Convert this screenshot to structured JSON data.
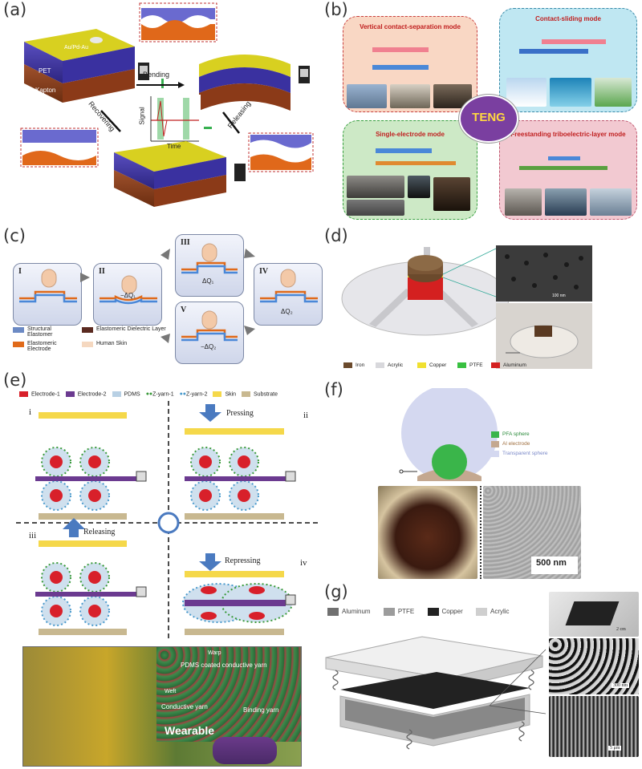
{
  "panels": {
    "a": "(a)",
    "b": "(b)",
    "c": "(c)",
    "d": "(d)",
    "e": "(e)",
    "f": "(f)",
    "g": "(g)"
  },
  "panel_a": {
    "layers": [
      "Au/Pd-Au",
      "PET",
      "Kapton"
    ],
    "bending": "Bending",
    "recovering": "Recovering",
    "releasing": "Releasing",
    "signal_axis": "Signal",
    "time_axis": "Time"
  },
  "panel_b": {
    "center": "TENG",
    "modes": [
      "Vertical contact-separation mode",
      "Contact-sliding mode",
      "Single-electrode mode",
      "Freestanding triboelectric-layer mode"
    ]
  },
  "panel_c": {
    "steps": [
      "I",
      "II",
      "III",
      "IV",
      "V"
    ],
    "charges": [
      "−ΔQ₁",
      "ΔQ₁",
      "ΔQ₂",
      "−ΔQ₂"
    ],
    "legend": [
      "Structural Elastomer",
      "Elastomeric Dielectric Layer",
      "Elastomeric Electrode",
      "Human Skin"
    ]
  },
  "panel_d": {
    "legend": [
      "Iron",
      "Acrylic",
      "Copper",
      "PTFE",
      "Aluminum"
    ],
    "scale": "100 nm"
  },
  "panel_e": {
    "legend": [
      "Electrode-1",
      "Electrode-2",
      "PDMS",
      "Z-yarn-1",
      "Z-yarn-2",
      "Skin",
      "Substrate"
    ],
    "steps": [
      "i",
      "ii",
      "iii",
      "iv"
    ],
    "actions": [
      "Pressing",
      "Releasing",
      "Repressing"
    ],
    "photo_labels": [
      "Warp",
      "PDMS coated conductive yarn",
      "Weft",
      "Conductive yarn",
      "Binding yarn",
      "Wearable"
    ]
  },
  "panel_f": {
    "legend": [
      "PFA sphere",
      "Al electrode",
      "Transparent sphere"
    ],
    "scale": "500 nm"
  },
  "panel_g": {
    "legend": [
      "Aluminum",
      "PTFE",
      "Copper",
      "Acrylic"
    ],
    "scales": [
      "2 cm",
      "300 nm",
      "5 μm"
    ]
  }
}
